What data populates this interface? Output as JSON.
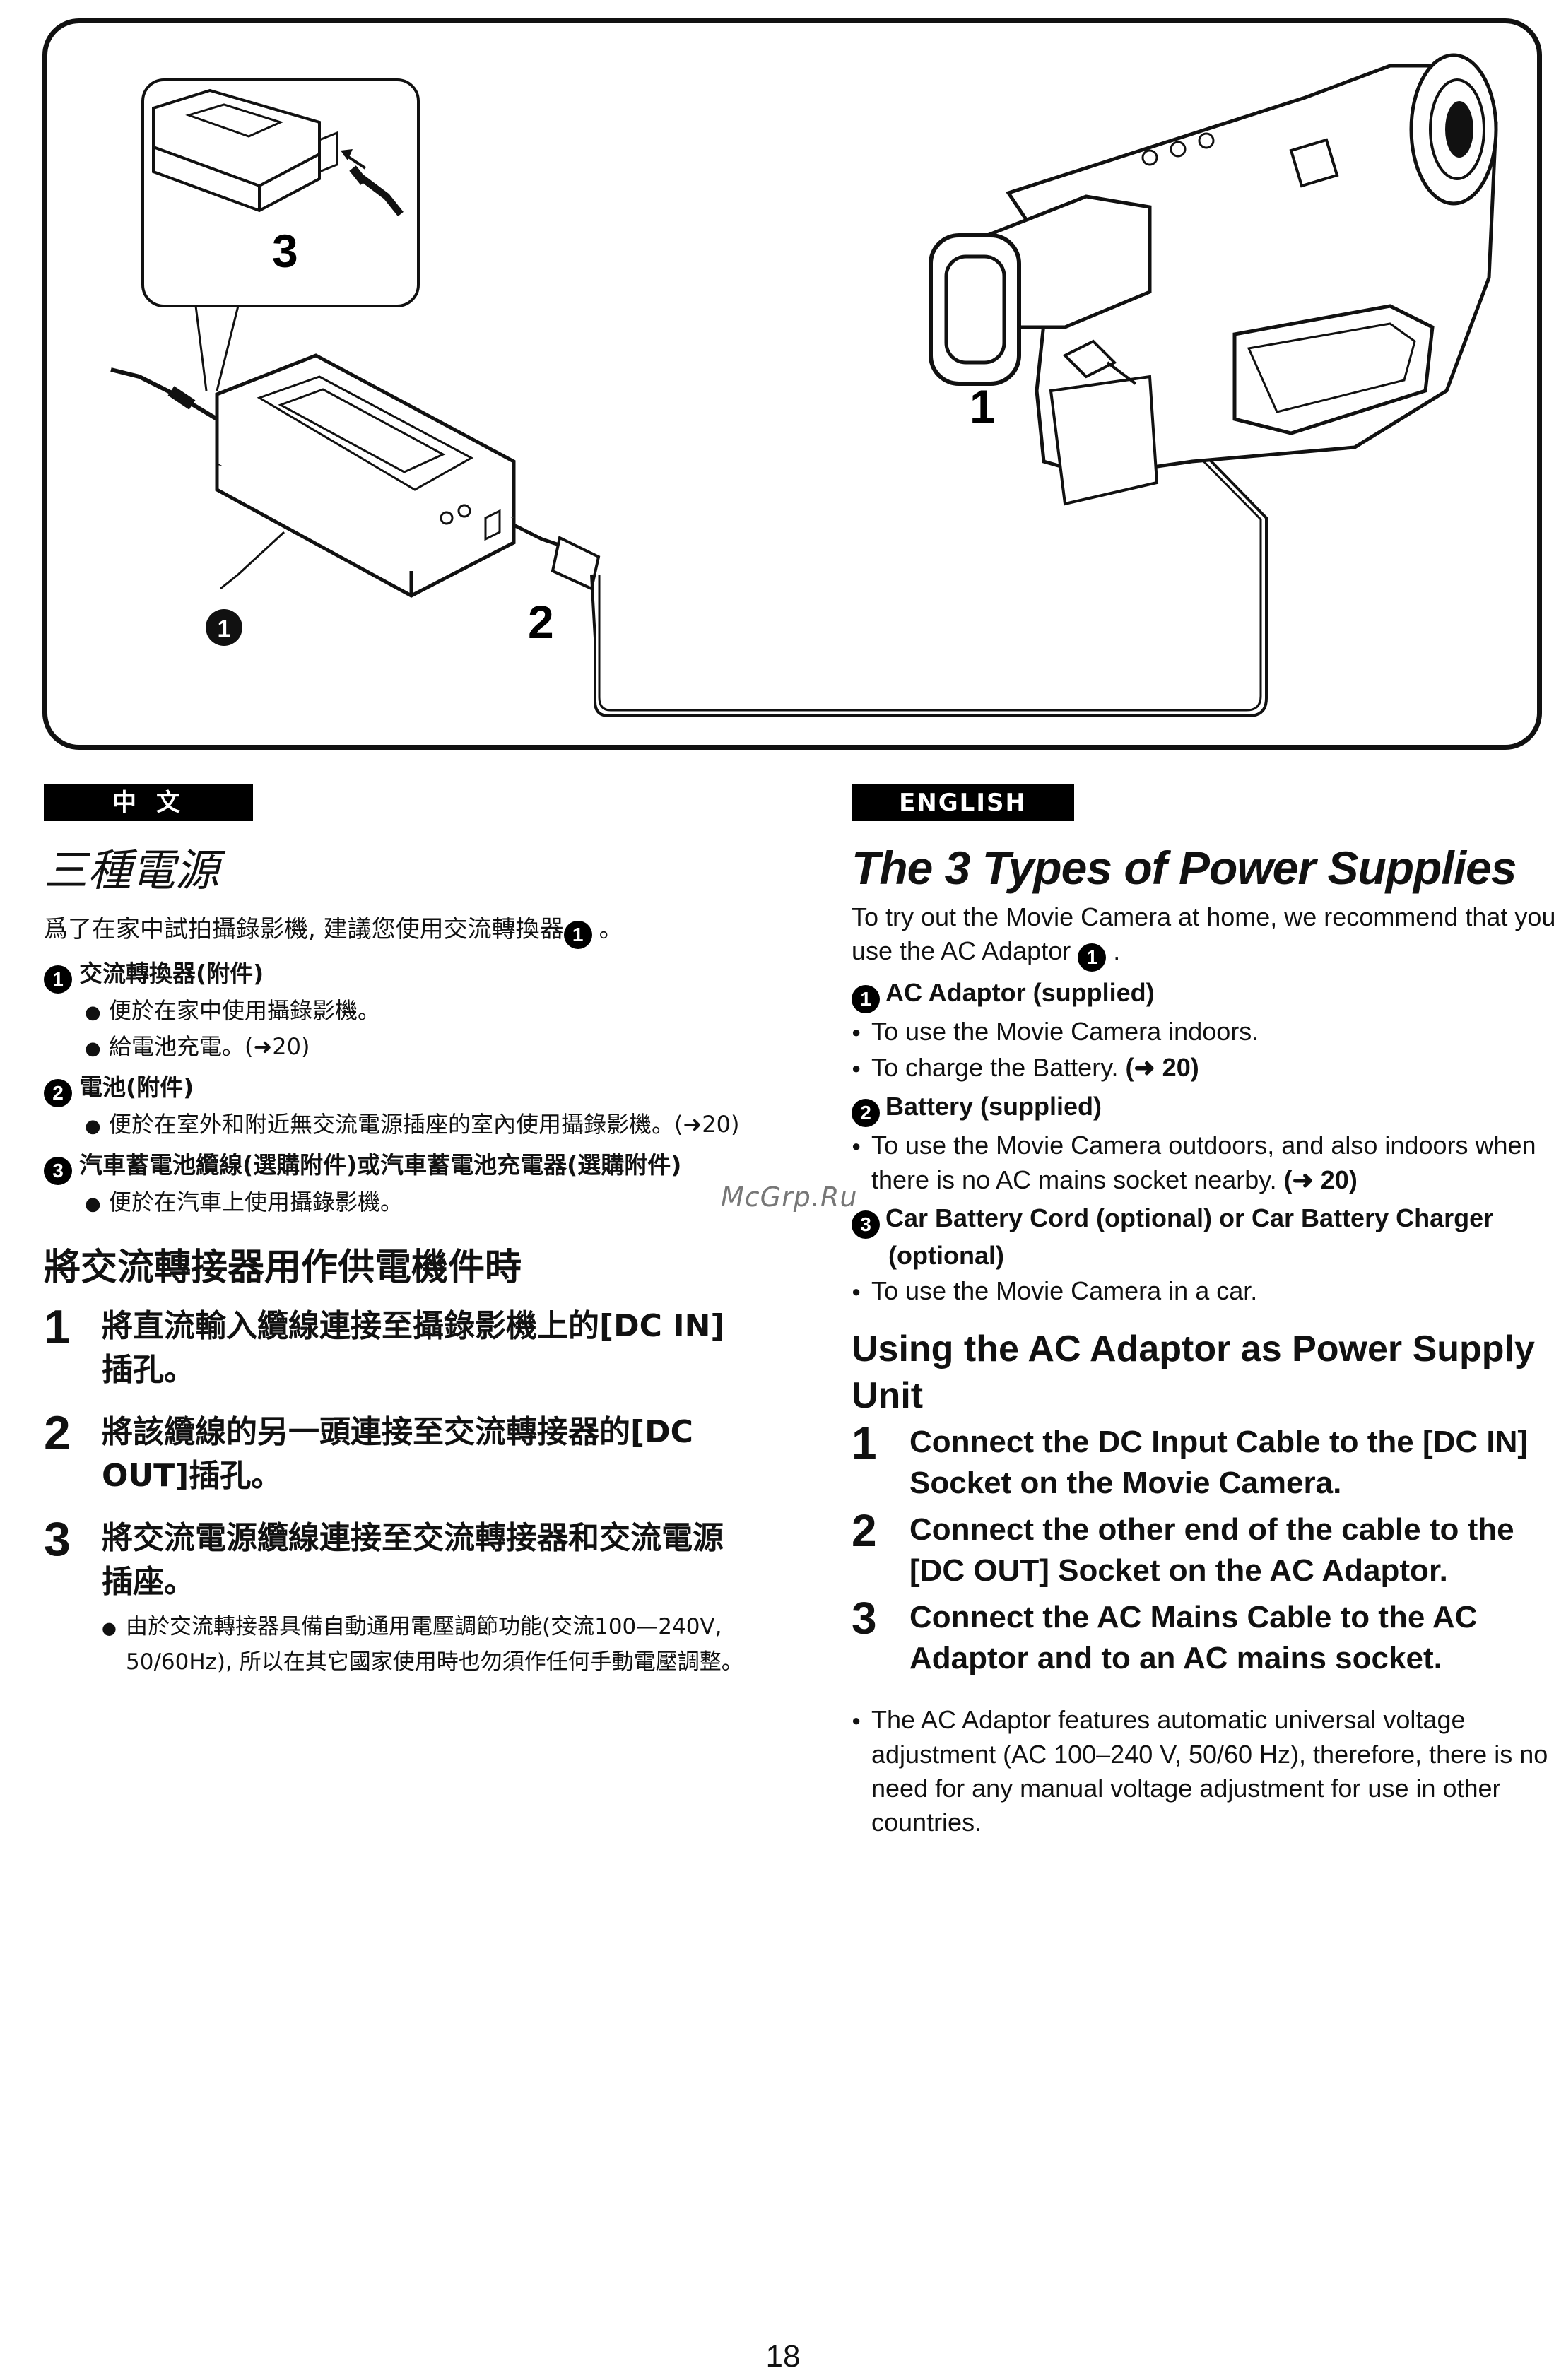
{
  "figure": {
    "label_1": "1",
    "label_2": "2",
    "label_3": "3",
    "label_circle_1": "1"
  },
  "zh": {
    "lang_label": "中文",
    "title": "三種電源",
    "intro": "爲了在家中試拍攝錄影機, 建議您使用交流轉換器",
    "intro_end": "。",
    "items": [
      {
        "num": "1",
        "head": "交流轉換器(附件)",
        "bullets": [
          "便於在家中使用攝錄影機。",
          "給電池充電。(➜20)"
        ]
      },
      {
        "num": "2",
        "head": "電池(附件)",
        "bullets": [
          "便於在室外和附近無交流電源插座的室內使用攝錄影機。(➜20)"
        ]
      },
      {
        "num": "3",
        "head": "汽車蓄電池纜線(選購附件)或汽車蓄電池充電器(選購附件)",
        "bullets": [
          "便於在汽車上使用攝錄影機。"
        ]
      }
    ],
    "heading2": "將交流轉接器用作供電機件時",
    "steps": [
      {
        "num": "1",
        "text": "將直流輸入纜線連接至攝錄影機上的[DC IN]插孔。"
      },
      {
        "num": "2",
        "text": "將該纜線的另一頭連接至交流轉接器的[DC OUT]插孔。"
      },
      {
        "num": "3",
        "text": "將交流電源纜線連接至交流轉接器和交流電源插座。"
      }
    ],
    "note": "由於交流轉接器具備自動通用電壓調節功能(交流100—240V, 50/60Hz), 所以在其它國家使用時也勿須作任何手動電壓調整。"
  },
  "en": {
    "lang_label": "ENGLISH",
    "title": "The 3 Types of Power Supplies",
    "intro": "To try out the Movie Camera at home, we recommend that you use the AC Adaptor",
    "intro_end": ".",
    "items": [
      {
        "num": "1",
        "head": "AC Adaptor (supplied)",
        "bullets": [
          {
            "text": "To use the Movie Camera indoors.",
            "ref": ""
          },
          {
            "text": "To charge the Battery. ",
            "ref": "(➜ 20)"
          }
        ]
      },
      {
        "num": "2",
        "head": "Battery (supplied)",
        "bullets": [
          {
            "text": "To use the Movie Camera outdoors, and also indoors when there is no AC mains socket nearby. ",
            "ref": "(➜ 20)"
          }
        ]
      },
      {
        "num": "3",
        "head": "Car Battery Cord (optional) or Car Battery Charger (optional)",
        "bullets": [
          {
            "text": "To use the Movie Camera in a car.",
            "ref": ""
          }
        ]
      }
    ],
    "heading2": "Using the AC Adaptor as Power Supply Unit",
    "steps": [
      {
        "num": "1",
        "text": "Connect the DC Input Cable to the [DC IN] Socket on the Movie Camera."
      },
      {
        "num": "2",
        "text": "Connect the other end of the cable to the [DC OUT] Socket on the AC Adaptor."
      },
      {
        "num": "3",
        "text": "Connect the AC Mains Cable to the AC Adaptor and to an AC mains socket."
      }
    ],
    "note": "The AC Adaptor features automatic universal voltage adjustment (AC 100–240 V, 50/60 Hz), therefore, there is no need for any manual voltage adjustment for use in other countries."
  },
  "watermark": "McGrp.Ru",
  "page_number": "18"
}
